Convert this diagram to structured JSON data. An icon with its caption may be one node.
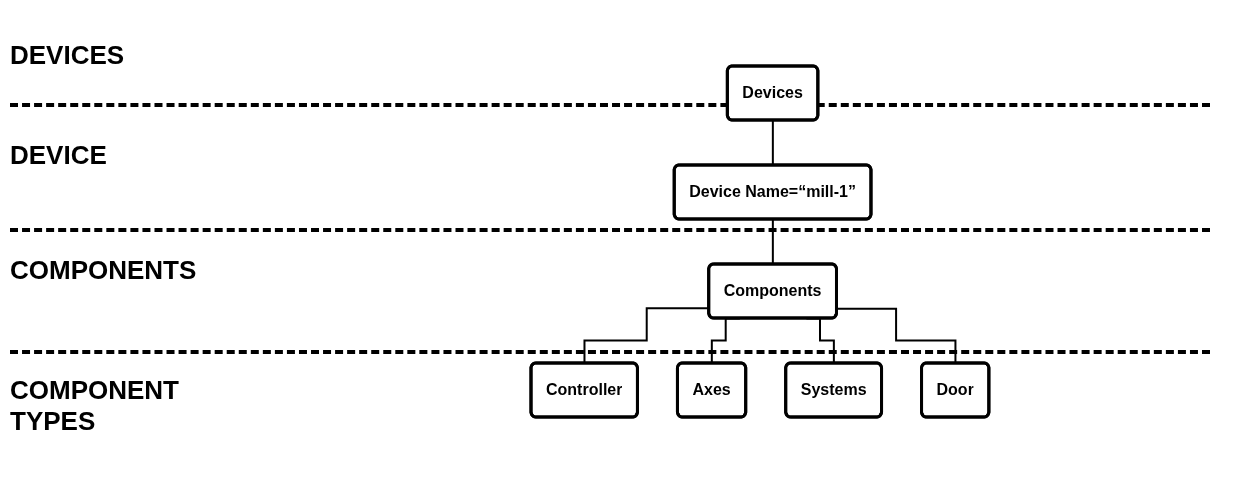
{
  "diagram": {
    "nodes": [
      {
        "text": [
          "Devices"
        ]
      },
      {
        "text": [
          "Device Name=“mill-1”"
        ]
      },
      {
        "text": [
          "Components"
        ]
      },
      {
        "text": [
          "Controller"
        ]
      },
      {
        "text": [
          "Axes"
        ]
      },
      {
        "text": [
          "Systems"
        ]
      },
      {
        "text": [
          "Door"
        ]
      }
    ],
    "edges": [
      {
        "from": 0,
        "to": 1,
        "arrow": "none"
      },
      {
        "from": 1,
        "to": 2,
        "arrow": "none"
      },
      {
        "from": 2,
        "to": 3,
        "arrow": "none"
      },
      {
        "from": 2,
        "to": 4,
        "arrow": "none"
      },
      {
        "from": 2,
        "to": 5,
        "arrow": "none"
      },
      {
        "from": 2,
        "to": 6,
        "arrow": "none"
      }
    ],
    "labels": [
      "DEVICES",
      "DEVICE",
      "COMPONENTS",
      "COMPONENT TYPES"
    ]
  }
}
